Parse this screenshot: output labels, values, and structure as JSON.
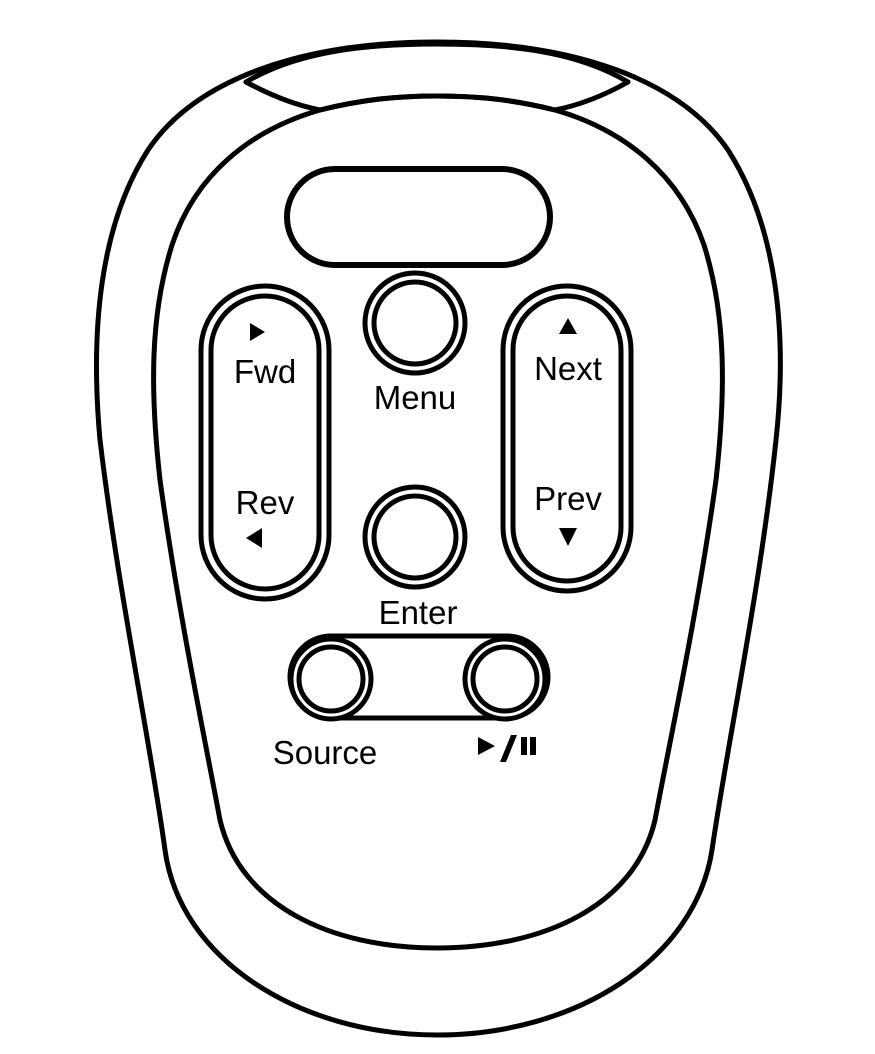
{
  "colors": {
    "ink": "#000000",
    "paper": "#ffffff"
  },
  "icons": {
    "fwd": "triangle-right-icon",
    "rev": "triangle-left-icon",
    "next": "triangle-up-icon",
    "prev": "triangle-down-icon",
    "play_pause": "play-pause-icon"
  },
  "labels": {
    "fwd": "Fwd",
    "rev": "Rev",
    "menu": "Menu",
    "enter": "Enter",
    "next": "Next",
    "prev": "Prev",
    "source": "Source"
  }
}
